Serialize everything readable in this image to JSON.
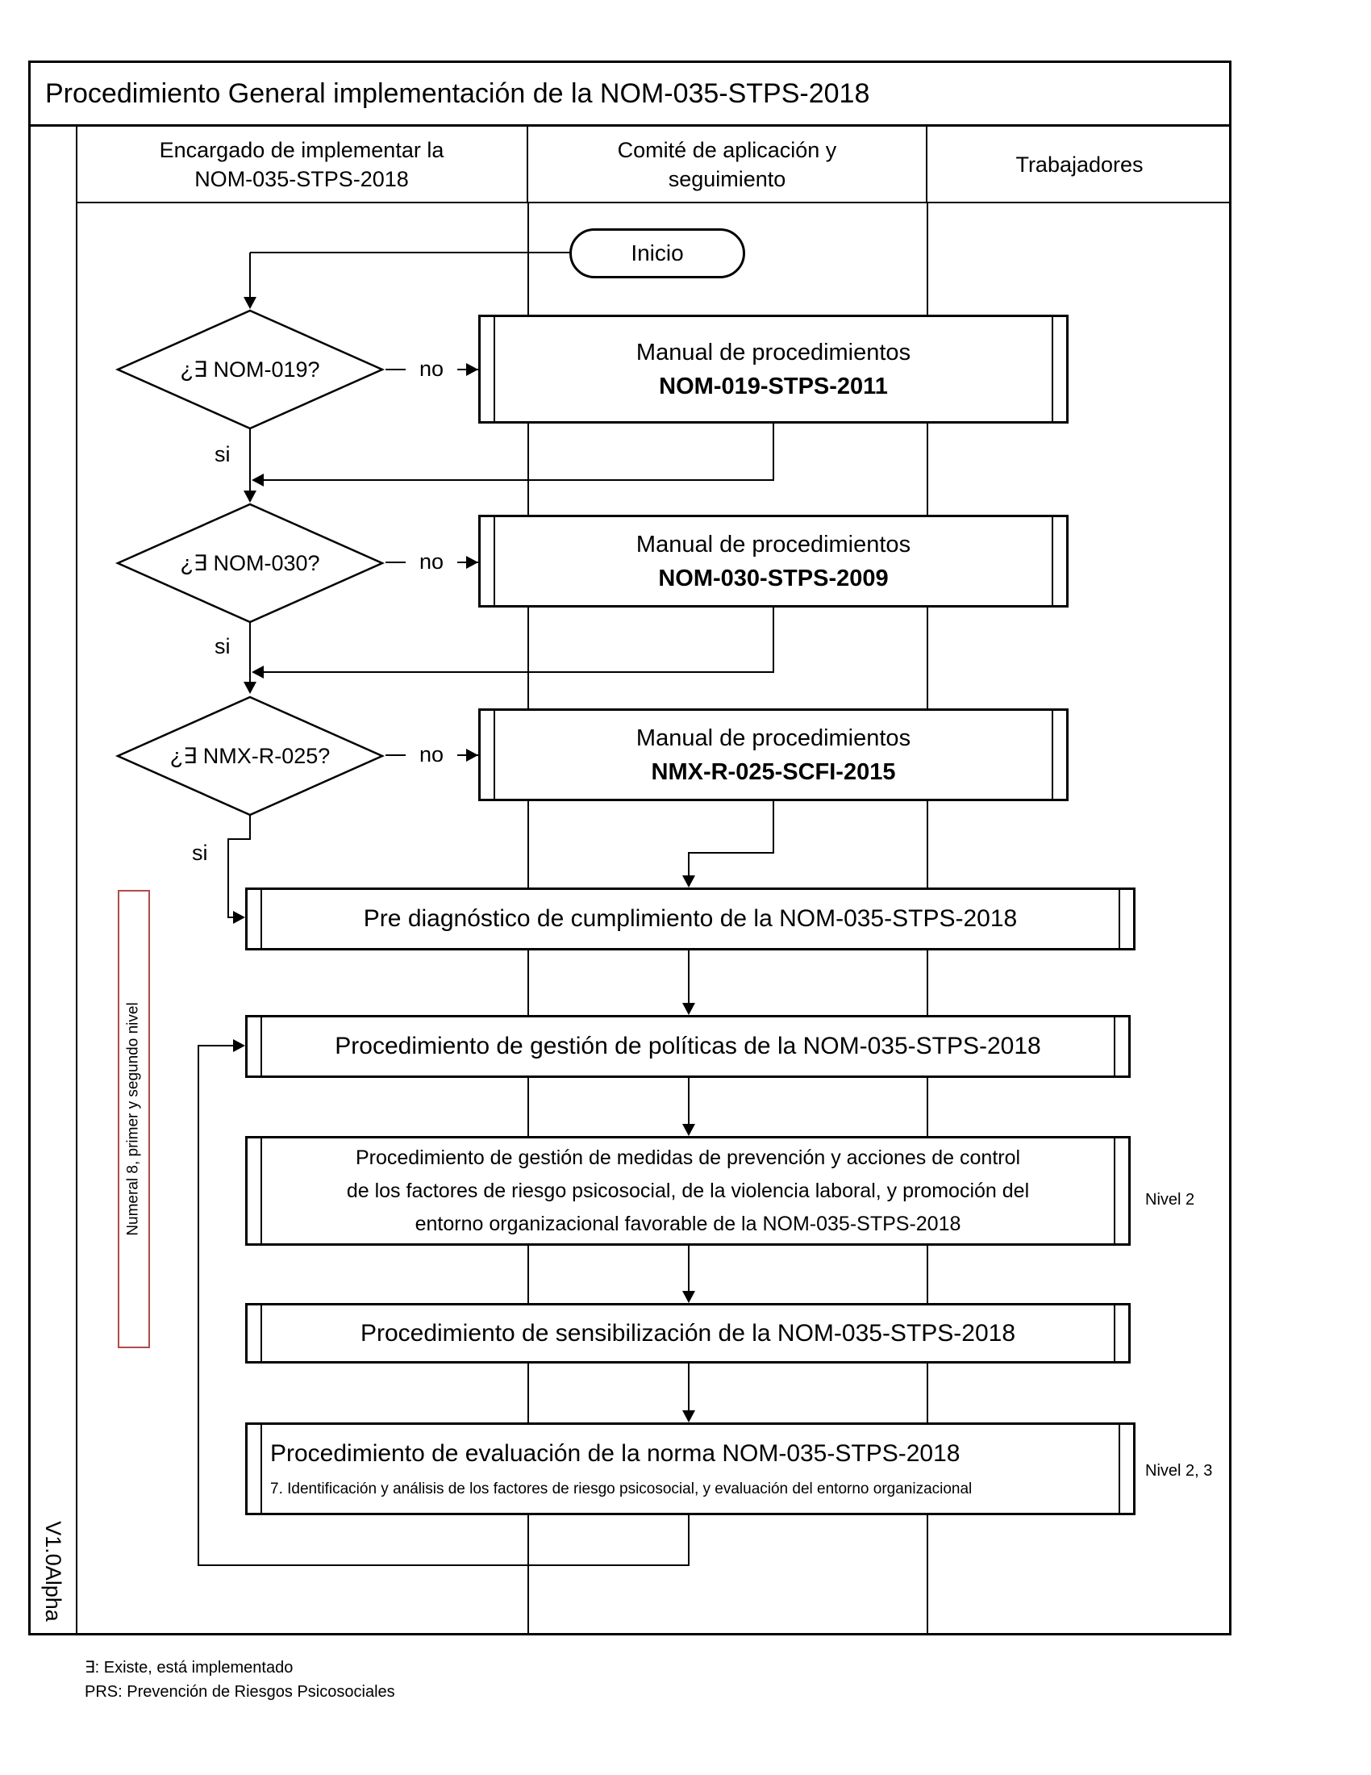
{
  "title": "Procedimiento General implementación de la NOM-035-STPS-2018",
  "swimlanes": [
    {
      "line1": "Encargado de implementar la",
      "line2": "NOM-035-STPS-2018"
    },
    {
      "line1": "Comité de aplicación y",
      "line2": "seguimiento"
    },
    {
      "line1": "Trabajadores",
      "line2": ""
    }
  ],
  "start_label": "Inicio",
  "decisions": [
    {
      "label": "¿∃ NOM-019?",
      "yes": "si",
      "no": "no"
    },
    {
      "label": "¿∃ NOM-030?",
      "yes": "si",
      "no": "no"
    },
    {
      "label": "¿∃ NMX-R-025?",
      "yes": "si",
      "no": "no"
    }
  ],
  "manuals": [
    {
      "line1": "Manual de procedimientos",
      "line2": "NOM-019-STPS-2011"
    },
    {
      "line1": "Manual de procedimientos",
      "line2": "NOM-030-STPS-2009"
    },
    {
      "line1": "Manual de procedimientos",
      "line2": "NMX-R-025-SCFI-2015"
    }
  ],
  "steps": {
    "prediagnostico": "Pre diagnóstico de cumplimiento de la NOM-035-STPS-2018",
    "politicas": "Procedimiento de gestión de políticas de la NOM-035-STPS-2018",
    "medidas_l1": "Procedimiento de gestión de medidas de prevención y acciones de control",
    "medidas_l2": "de los factores de riesgo psicosocial, de la violencia laboral, y promoción del",
    "medidas_l3": "entorno organizacional favorable de la NOM-035-STPS-2018",
    "sensibilizacion": "Procedimiento de sensibilización de la NOM-035-STPS-2018",
    "evaluacion_title": "Procedimiento de evaluación de la norma NOM-035-STPS-2018",
    "evaluacion_sub": "7. Identificación y análisis de los factores de riesgo psicosocial, y evaluación del entorno organizacional"
  },
  "annotations": {
    "nivel2": "Nivel 2",
    "nivel23": "Nivel 2, 3",
    "numeral": "Numeral 8, primer y segundo nivel",
    "version": "V1.0Alpha"
  },
  "legend": [
    "∃: Existe, está implementado",
    "PRS: Prevención de Riesgos Psicosociales"
  ],
  "colors": {
    "line": "#000000",
    "note_border": "#b34a4a"
  }
}
